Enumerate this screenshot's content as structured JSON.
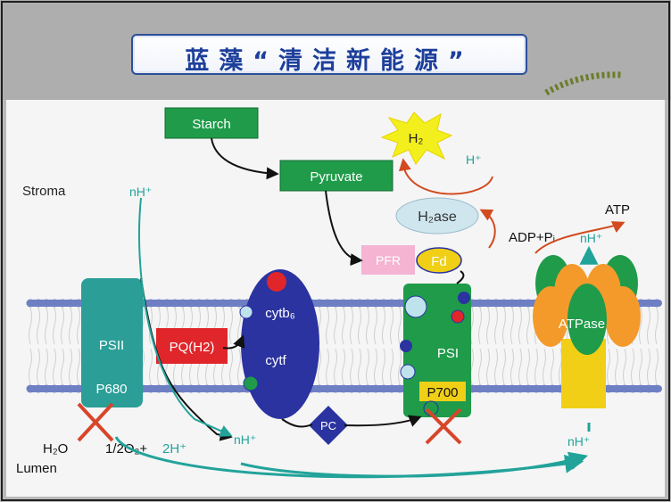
{
  "header": {
    "title": "蓝藻“清洁新能源”"
  },
  "labels": {
    "stroma": "Stroma",
    "lumen": "Lumen",
    "starch": "Starch",
    "pyruvate": "Pyruvate",
    "pfr": "PFR",
    "fd": "Fd",
    "h2ase": "H₂ase",
    "h2_burst": "H₂",
    "h_plus": "H⁺",
    "nh_top": "nH⁺",
    "adp_pi": "ADP+Pᵢ",
    "atp": "ATP",
    "nh_atp": "nH⁺",
    "psii": "PSII",
    "p680": "P680",
    "pq": "PQ(H2)",
    "cytb6": "cytb₆",
    "cytf": "cytf",
    "pc": "PC",
    "psi": "PSI",
    "p700": "P700",
    "atpase": "ATPase",
    "h2o": "H₂O",
    "o2_2h": "1/2O₂+",
    "two_h": "2H⁺",
    "nh_lumen_mid": "nH⁺",
    "nh_lumen_right": "nH⁺"
  },
  "colors": {
    "green_box": "#1f9b4a",
    "teal": "#2a9e97",
    "navy": "#2a33a0",
    "red_box": "#e0262a",
    "pink": "#f4b4d2",
    "yellow": "#f0cf16",
    "orange": "#f39a2a",
    "membrane": "#6f7fc4",
    "arrow_red": "#d24a1f",
    "arrow_teal": "#22a39a"
  }
}
